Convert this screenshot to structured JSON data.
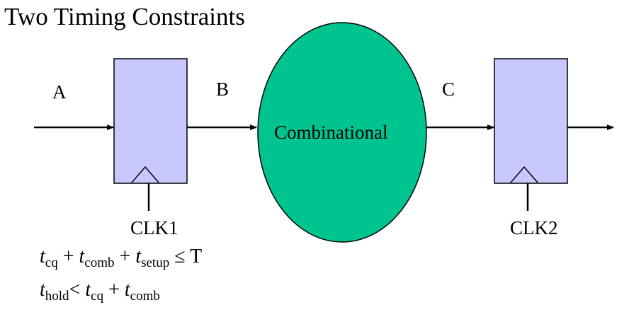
{
  "title": "Two Timing Constraints",
  "signals": {
    "a": "A",
    "b": "B",
    "c": "C"
  },
  "combinational_label": "Combinational",
  "clocks": {
    "clk1": "CLK1",
    "clk2": "CLK2"
  },
  "equations": {
    "setup": {
      "t": "t",
      "cq": "cq",
      "plus1": "+",
      "comb": "comb",
      "plus2": "+",
      "setup": "setup",
      "op": "≤",
      "T": "T"
    },
    "hold": {
      "t": "t",
      "hold": "hold",
      "op": "<",
      "cq": "cq",
      "plus": "+",
      "comb": "comb"
    }
  },
  "colors": {
    "register_fill": "#c8c8ff",
    "combinational_fill": "#00c48f",
    "line": "#000000"
  }
}
